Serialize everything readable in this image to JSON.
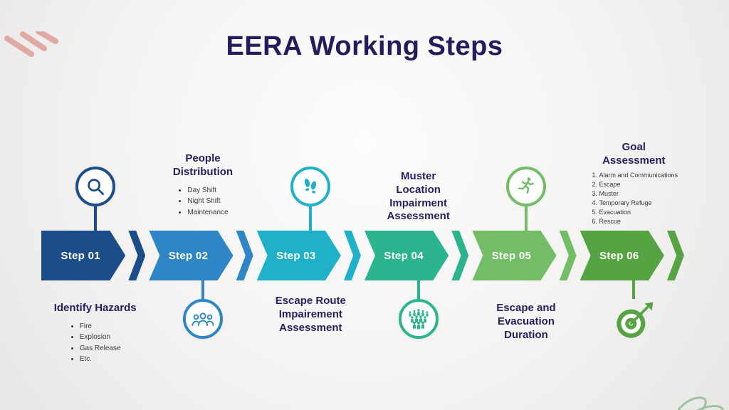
{
  "title": "EERA Working Steps",
  "steps": [
    {
      "label": "Step 01",
      "color": "#1b4d8a",
      "icon": "magnifier-icon",
      "heading": "Identify Hazards",
      "details": [
        "Fire",
        "Explosion",
        "Gas Release",
        "Etc."
      ]
    },
    {
      "label": "Step 02",
      "color": "#2e86c6",
      "icon": "people-group-icon",
      "heading": "People Distribution",
      "details": [
        "Day Shift",
        "Night Shift",
        "Maintenance"
      ]
    },
    {
      "label": "Step 03",
      "color": "#1fb1c9",
      "icon": "footprints-icon",
      "heading": "Escape Route Impairement Assessment",
      "details": []
    },
    {
      "label": "Step 04",
      "color": "#2cb48e",
      "icon": "crowd-icon",
      "heading": "Muster Location Impairment Assessment",
      "details": []
    },
    {
      "label": "Step 05",
      "color": "#72bd66",
      "icon": "runner-icon",
      "heading": "Escape and Evacuation Duration",
      "details": []
    },
    {
      "label": "Step 06",
      "color": "#55a343",
      "icon": "target-icon",
      "heading": "Goal Assessment",
      "details": [
        "Alarm and Communications",
        "Escape",
        "Muster",
        "Temporary Refuge",
        "Evacuation",
        "Rescue"
      ]
    }
  ],
  "colors": {
    "title_text": "#241c5c",
    "heading_text": "#251f5e",
    "detail_text": "#3a3a3a",
    "pink_scribble": "#dfaaa4",
    "green_scribble": "#9cc49c"
  }
}
